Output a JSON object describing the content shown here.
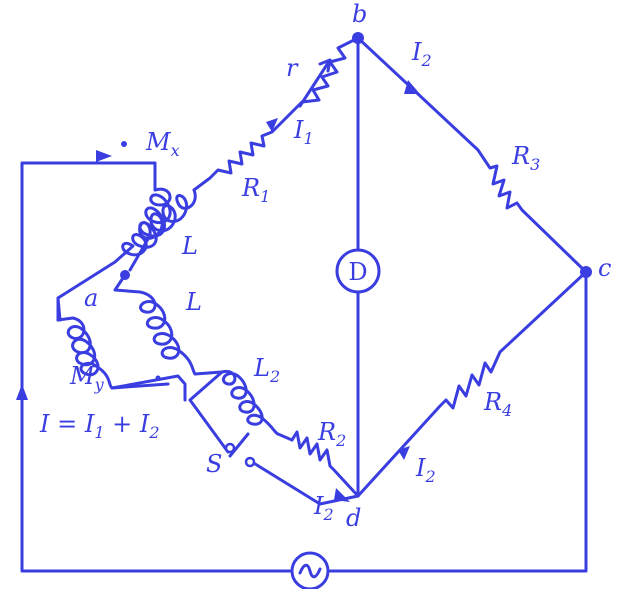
{
  "colors": {
    "ink": "#3a3ee0",
    "paper": "#ffffff"
  },
  "labels": {
    "node_b": "b",
    "node_c": "c",
    "node_d": "d",
    "node_a": "a",
    "galvanometer": "D",
    "source": "~",
    "mutual_x": "M",
    "mutual_x_sub": "x",
    "mutual_y": "M",
    "mutual_y_sub": "y",
    "inductor_L_upper": "L",
    "inductor_L_lower": "L",
    "inductor_L2": "L",
    "inductor_L2_sub": "2",
    "rheostat_r": "r",
    "resistor_R1": "R",
    "resistor_R1_sub": "1",
    "resistor_R2": "R",
    "resistor_R2_sub": "2",
    "resistor_R3": "R",
    "resistor_R3_sub": "3",
    "resistor_R4": "R",
    "resistor_R4_sub": "4",
    "current_I1": "I",
    "current_I1_sub": "1",
    "current_I2_top": "I",
    "current_I2_top_sub": "2",
    "current_I2_right": "I",
    "current_I2_right_sub": "2",
    "current_I2_bottom": "I",
    "current_I2_bottom_sub": "2",
    "switch_S": "S",
    "total_current": "I = I",
    "total_current_sub1": "1",
    "total_current_plus": " + I",
    "total_current_sub2": "2"
  }
}
